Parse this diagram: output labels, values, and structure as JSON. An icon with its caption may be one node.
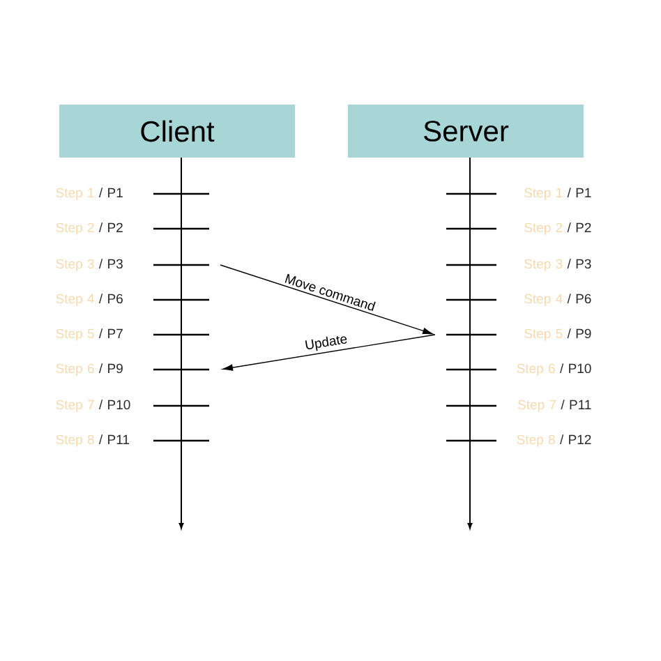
{
  "diagram": {
    "nodes": [
      {
        "text": [
          "Client"
        ]
      },
      {
        "text": [
          "Server"
        ]
      },
      {
        "text": [
          "Step 1",
          "/ P1"
        ]
      },
      {
        "text": [
          "Step 2",
          "/ P2"
        ]
      },
      {
        "text": [
          "Step 3",
          "/ P3"
        ]
      },
      {
        "text": [
          "Step 4",
          "/ P6"
        ]
      },
      {
        "text": [
          "Step 5",
          "/ P7"
        ]
      },
      {
        "text": [
          "Step 6",
          "/ P9"
        ]
      },
      {
        "text": [
          "Step 7",
          "/ P10"
        ]
      },
      {
        "text": [
          "Step 8",
          "/ P11"
        ]
      },
      {
        "text": [
          "Step 1",
          "/ P1"
        ]
      },
      {
        "text": [
          "Step 2",
          "/ P2"
        ]
      },
      {
        "text": [
          "Step 3",
          "/ P3"
        ]
      },
      {
        "text": [
          "Step 4",
          "/ P6"
        ]
      },
      {
        "text": [
          "Step 5",
          "/ P9"
        ]
      },
      {
        "text": [
          "Step 6",
          "/ P10"
        ]
      },
      {
        "text": [
          "Step 7",
          "/ P11"
        ]
      },
      {
        "text": [
          "Step 8",
          "/ P12"
        ]
      }
    ],
    "edges": [
      {
        "from": 4,
        "to": 14,
        "arrow": "to",
        "label": "Move command"
      },
      {
        "from": 14,
        "to": 7,
        "arrow": "to",
        "label": "Update"
      }
    ]
  }
}
